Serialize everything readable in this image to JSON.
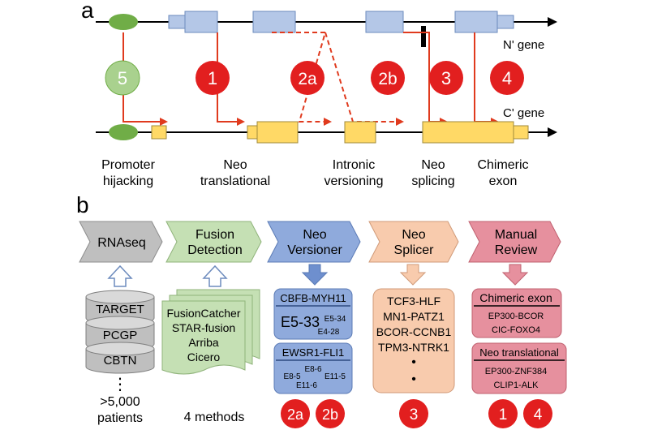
{
  "panel_a": {
    "label": "a",
    "n_gene_label": "N' gene",
    "c_gene_label": "C' gene",
    "markers": {
      "m5": "5",
      "m1": "1",
      "m2a": "2a",
      "m2b": "2b",
      "m3": "3",
      "m4": "4"
    },
    "mechanisms": {
      "promoter_hijacking": [
        "Promoter",
        "hijacking"
      ],
      "neo_translational": [
        "Neo",
        "translational"
      ],
      "intronic_versioning": [
        "Intronic",
        "versioning"
      ],
      "neo_splicing": [
        "Neo",
        "splicing"
      ],
      "chimeric_exon": [
        "Chimeric",
        "exon"
      ]
    }
  },
  "panel_b": {
    "label": "b",
    "pipeline": {
      "rnaseq": [
        "RNAseq"
      ],
      "fusion_detection": [
        "Fusion",
        "Detection"
      ],
      "neo_versioner": [
        "Neo",
        "Versioner"
      ],
      "neo_splicer": [
        "Neo",
        "Splicer"
      ],
      "manual_review": [
        "Manual",
        "Review"
      ]
    },
    "databases": [
      "TARGET",
      "PCGP",
      "CBTN"
    ],
    "db_ellipsis": "⋮",
    "patients": [
      ">5,000",
      "patients"
    ],
    "fusion_methods": [
      "FusionCatcher",
      "STAR-fusion",
      "Arriba",
      "Cicero"
    ],
    "methods_count": "4 methods",
    "versioner": {
      "fusion1": {
        "title": "CBFB-MYH11",
        "main": "E5-33",
        "sub1": "E5-34",
        "sub2": "E4-28"
      },
      "fusion2": {
        "title": "EWSR1-FLI1",
        "e1": "E8-5",
        "e2": "E8-6",
        "e3": "E11-5",
        "e4": "E11-6"
      }
    },
    "splicer_list": [
      "TCF3-HLF",
      "MN1-PATZ1",
      "BCOR-CCNB1",
      "TPM3-NTRK1"
    ],
    "splicer_more": "•",
    "review": {
      "chimeric": {
        "title": "Chimeric exon",
        "items": [
          "EP300-BCOR",
          "CIC-FOXO4"
        ]
      },
      "neo_translational": {
        "title": "Neo translational",
        "items": [
          "EP300-ZNF384",
          "CLIP1-ALK"
        ]
      }
    },
    "bottom_markers": {
      "b2a": "2a",
      "b2b": "2b",
      "b3": "3",
      "b1": "1",
      "b4": "4"
    }
  },
  "colors": {
    "exon_blue": "#b4c7e7",
    "exon_blue_stroke": "#6d8bbd",
    "exon_yellow": "#ffd966",
    "exon_yellow_stroke": "#a08a3a",
    "promoter_green": "#70ad47",
    "arrow_red": "#e03a1e",
    "marker_red": "#e21f1f",
    "marker_green": "#a9d18e",
    "grey_box": "#bfbfbf",
    "green_box": "#c5e0b4",
    "blue_box": "#8faadc",
    "orange_box": "#f8cbad",
    "pink_box": "#e6909e"
  }
}
